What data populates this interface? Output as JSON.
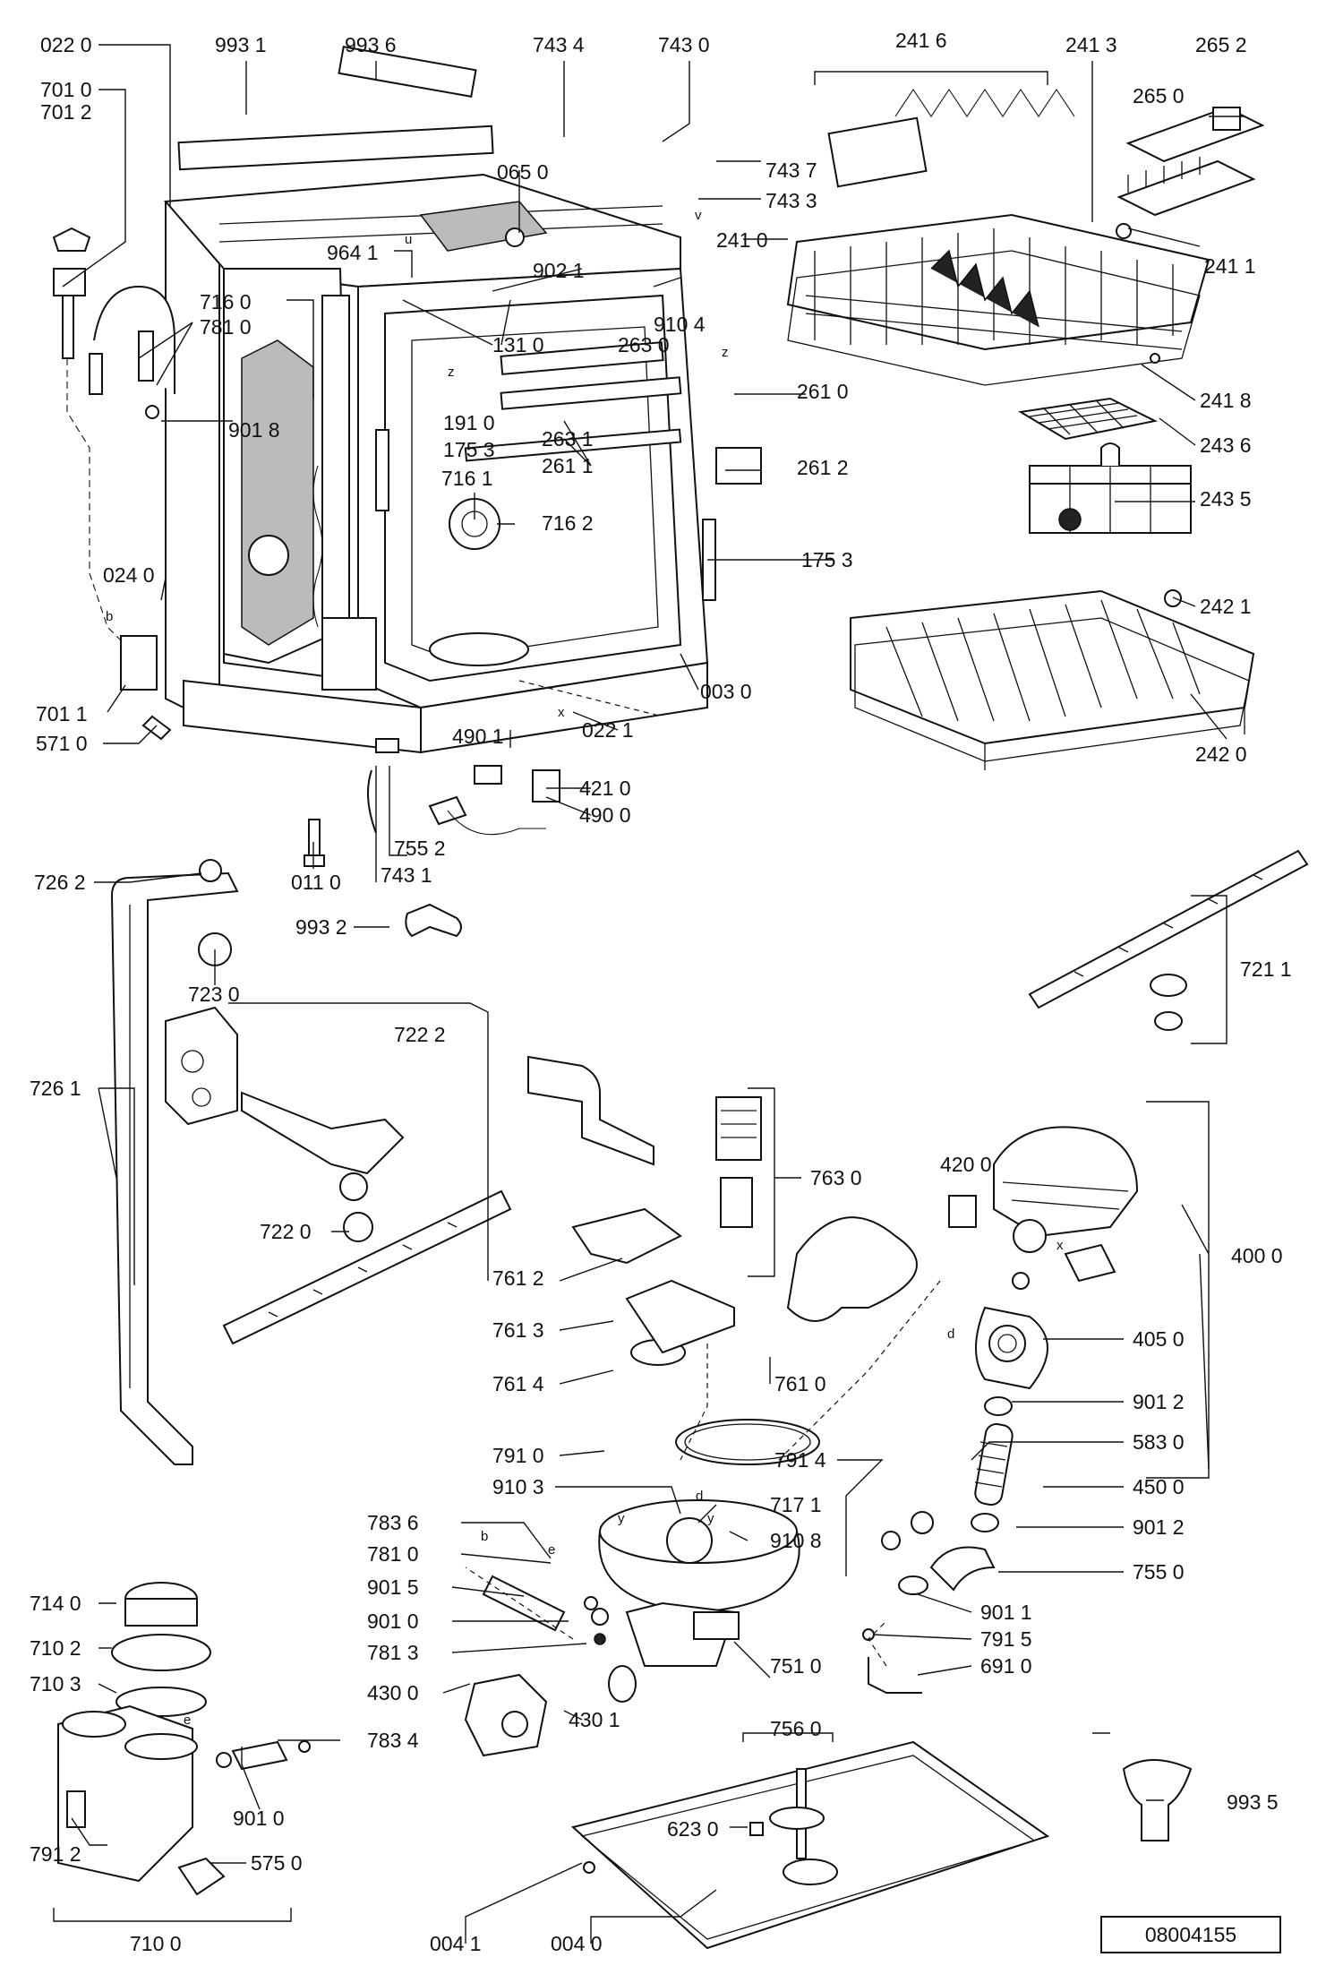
{
  "document_id": "08004155",
  "part_labels": {
    "p0220": "022 0",
    "p9931": "993 1",
    "p9936": "993 6",
    "p7434": "743 4",
    "p7430": "743 0",
    "p2416": "241 6",
    "p2413": "241 3",
    "p2652": "265 2",
    "p2650": "265 0",
    "p7010": "701 0",
    "p7012": "701 2",
    "p0650": "065 0",
    "p7437": "743 7",
    "p7433": "743 3",
    "p2410": "241 0",
    "p2411": "241 1",
    "p9641": "964 1",
    "p9021": "902 1",
    "p9104": "910 4",
    "p7160": "716 0",
    "p7810a": "781 0",
    "p1310": "131 0",
    "p2630": "263 0",
    "p2610": "261 0",
    "p2418": "241 8",
    "p2436": "243 6",
    "p9018": "901 8",
    "p1910": "191 0",
    "p1753a": "175 3",
    "p2631": "263 1",
    "p2611": "261 1",
    "p2612": "261 2",
    "p7161": "716 1",
    "p7162": "716 2",
    "p2435": "243 5",
    "p1753b": "175 3",
    "p0240": "024 0",
    "p2421": "242 1",
    "p0030": "003 0",
    "p7011": "701 1",
    "p5710": "571 0",
    "p0221": "022 1",
    "p2420": "242 0",
    "p4901": "490 1",
    "p4210": "421 0",
    "p4900": "490 0",
    "p7552": "755 2",
    "p0110": "011 0",
    "p7431": "743 1",
    "p7262": "726 2",
    "p9932": "993 2",
    "p7211": "721 1",
    "p7230": "723 0",
    "p7222": "722 2",
    "p7261": "726 1",
    "p7630": "763 0",
    "p4200": "420 0",
    "p7220": "722 0",
    "p4000": "400 0",
    "p7612": "761 2",
    "p7613": "761 3",
    "p4050": "405 0",
    "p7614": "761 4",
    "p7610": "761 0",
    "p9012a": "901 2",
    "p7910": "791 0",
    "p7914": "791 4",
    "p5830": "583 0",
    "p9103": "910 3",
    "p7171": "717 1",
    "p4500": "450 0",
    "p7836": "783 6",
    "p9108": "910 8",
    "p9012b": "901 2",
    "p7810b": "781 0",
    "p7550": "755 0",
    "p9015": "901 5",
    "p9011": "901 1",
    "p7140": "714 0",
    "p9010a": "901 0",
    "p7915": "791 5",
    "p7102": "710 2",
    "p7813": "781 3",
    "p7510": "751 0",
    "p6910": "691 0",
    "p7103": "710 3",
    "p4300": "430 0",
    "p4301": "430 1",
    "p7834": "783 4",
    "p7560": "756 0",
    "p9935": "993 5",
    "p6230": "623 0",
    "p7912": "791 2",
    "p9010b": "901 0",
    "p5750": "575 0",
    "p7100": "710 0",
    "p0041": "004 1",
    "p0040": "004 0"
  },
  "letters": {
    "b": "b",
    "x": "x",
    "z": "z",
    "d": "d",
    "e": "e",
    "y": "y",
    "u": "u",
    "v": "v"
  }
}
